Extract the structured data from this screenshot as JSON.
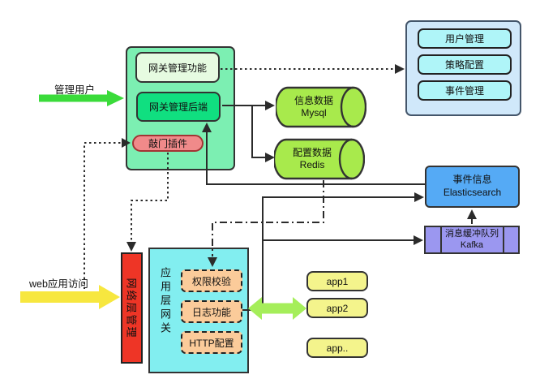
{
  "labels": {
    "admin_user": "管理用户",
    "web_access": "web应用访问"
  },
  "gateway_panel": {
    "func": "网关管理功能",
    "backend": "网关管理后端",
    "knock": "敲门插件"
  },
  "admin_panel": {
    "items": [
      "用户管理",
      "策略配置",
      "事件管理"
    ]
  },
  "mysql": {
    "line1": "信息数据",
    "line2": "Mysql"
  },
  "redis": {
    "line1": "配置数据",
    "line2": "Redis"
  },
  "elasticsearch": {
    "line1": "事件信息",
    "line2": "Elasticsearch"
  },
  "kafka": {
    "line1": "消息缓冲队列",
    "line2": "Kafka"
  },
  "network_layer": {
    "label": "网络层管理"
  },
  "app_gateway": {
    "label": "应用层网关",
    "modules": [
      "权限校验",
      "日志功能",
      "HTTP配置"
    ]
  },
  "apps": [
    "app1",
    "app2",
    "app.."
  ],
  "colors": {
    "panel_green": "#7CEFB2",
    "func_green": "#E6FBE1",
    "backend_green": "#10DF80",
    "knock_red": "#F08A8A",
    "admin_blue": "#D0E8FA",
    "admin_item_cyan": "#AFF5F8",
    "cylinder_green": "#A8EA4C",
    "es_blue": "#55AAF5",
    "kafka_purple": "#9B97F0",
    "net_red": "#EE3526",
    "gateway_cyan": "#82EEF0",
    "module_orange": "#FBCB9A",
    "app_yellow": "#F4F48C",
    "arrow_green": "#3ADB3A",
    "arrow_yellow": "#F7E73F",
    "arrow_lime": "#A5EE5A",
    "line_dark": "#2b2b2b"
  }
}
